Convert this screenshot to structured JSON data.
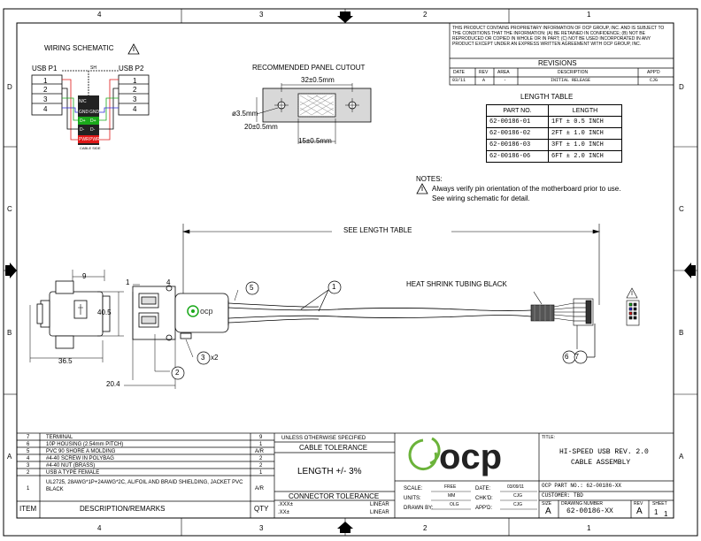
{
  "border": {
    "columns": [
      "4",
      "3",
      "2",
      "1"
    ],
    "rows": [
      "D",
      "C",
      "B",
      "A"
    ]
  },
  "proprietary_note": "THIS PRODUCT CONTAINS PROPRIETARY INFORMATION OF OCP GROUP, INC. AND IS SUBJECT TO THE CONDITIONS THAT THE INFORMATION: (A) BE RETAINED IN CONFIDENCE; (B) NOT BE REPRODUCED OR COPIED IN WHOLE OR IN PART; (C) NOT BE USED INCORPORATED IN ANY PRODUCT EXCEPT UNDER AN EXPRESS WRITTEN AGREEMENT WITH OCP GROUP, INC.",
  "revisions": {
    "title": "REVISIONS",
    "headers": [
      "DATE",
      "REV",
      "AREA",
      "DESCRIPTION",
      "APP'D"
    ],
    "rows": [
      [
        "03/11",
        "A",
        "-",
        "INITIAL RELEASE",
        "CJG"
      ]
    ]
  },
  "length_table": {
    "title": "LENGTH TABLE",
    "headers": [
      "PART NO.",
      "LENGTH"
    ],
    "rows": [
      [
        "62-00186-01",
        "1FT ± 0.5 INCH"
      ],
      [
        "62-00186-02",
        "2FT ± 1.0 INCH"
      ],
      [
        "62-00186-03",
        "3FT ± 1.0 INCH"
      ],
      [
        "62-00186-06",
        "6FT ± 2.0 INCH"
      ]
    ]
  },
  "notes": {
    "title": "NOTES:",
    "line1": "Always verify pin orientation of the motherboard prior to use.",
    "line2": "See wiring schematic for detail."
  },
  "wiring": {
    "title": "WIRING SCHEMATIC",
    "p1": "USB P1",
    "p2": "USB P2",
    "pins": [
      "1",
      "2",
      "3",
      "4"
    ],
    "sh": "SH",
    "labels": [
      "N/C",
      "GND",
      "D+",
      "D-",
      "PWR"
    ],
    "caption": "CABLE SIDE"
  },
  "panel_cutout": {
    "title": "RECOMMENDED PANEL CUTOUT",
    "dim_top": "32±0.5mm",
    "dim_hole": "ø3.5mm",
    "dim_height": "20±0.5mm",
    "dim_bottom": "15±0.5mm"
  },
  "cable": {
    "see_length": "SEE LENGTH TABLE",
    "heat_shrink": "HEAT SHRINK TUBING BLACK",
    "balloon1": "1",
    "balloon2": "2",
    "balloon3": "3",
    "balloon3_suffix": "x2",
    "balloon5": "5",
    "balloon67": "67",
    "dim_9": "9",
    "dim_405": "40.5",
    "dim_365": "36.5",
    "dim_204": "20.4",
    "dim_1": "1",
    "dim_4": "4",
    "brand_small": "ocp"
  },
  "bom": {
    "rows": [
      [
        "7",
        "TERMINAL",
        "9"
      ],
      [
        "6",
        "10P HOUSING (2.54mm PITCH)",
        "1"
      ],
      [
        "5",
        "PVC 90 SHORE A MOLDING",
        "A/R"
      ],
      [
        "4",
        "#4-40 SCREW IN POLYBAG",
        "2"
      ],
      [
        "3",
        "#4-40 NUT (BRASS)",
        "2"
      ],
      [
        "2",
        "USB A TYPE FEMALE",
        "1"
      ],
      [
        "1",
        "UL2725, 28AWG*1P+24AWG*2C, AL/FOIL AND BRAID SHIELDING, JACKET PVC BLACK",
        "A/R"
      ]
    ],
    "header": [
      "ITEM",
      "DESCRIPTION/REMARKS",
      "QTY"
    ]
  },
  "tolerance": {
    "unless": "UNLESS OTHERWISE SPECIFIED",
    "cable_tol": "CABLE TOLERANCE",
    "length": "LENGTH +/- 3%",
    "connector_tol": "CONNECTOR TOLERANCE",
    "xxx": ".XXX±",
    "xx": ".XX±",
    "linear1": "LINEAR",
    "linear2": "LINEAR"
  },
  "title_block": {
    "logo": "ocp",
    "title_label": "TITLE:",
    "title_line1": "HI-SPEED USB REV. 2.0",
    "title_line2": "CABLE ASSEMBLY",
    "part_no": "OCP PART NO.: 62-00186-XX",
    "customer": "CUSTOMER: TBD",
    "size_label": "SIZE",
    "size": "A",
    "drawing_label": "DRAWING NUMBER",
    "drawing": "62-00186-XX",
    "rev_label": "REV",
    "rev": "A",
    "sheet_label": "SHEET",
    "sheet": "1",
    "sheet_of": "1",
    "scale_label": "SCALE:",
    "scale": "FREE",
    "units_label": "UNITS:",
    "units": "MM",
    "drawn_label": "DRAWN BY:",
    "drawn": "OLG",
    "date_label": "DATE:",
    "date": "03/09/11",
    "chkd_label": "CHK'D:",
    "chkd": "CJG",
    "appd_label": "APP'D:",
    "appd": "CJG"
  },
  "colors": {
    "red": "#e01818",
    "green": "#1aa81a",
    "blue": "#2a2ad8",
    "black": "#000000",
    "logo_green": "#6bb33a"
  }
}
